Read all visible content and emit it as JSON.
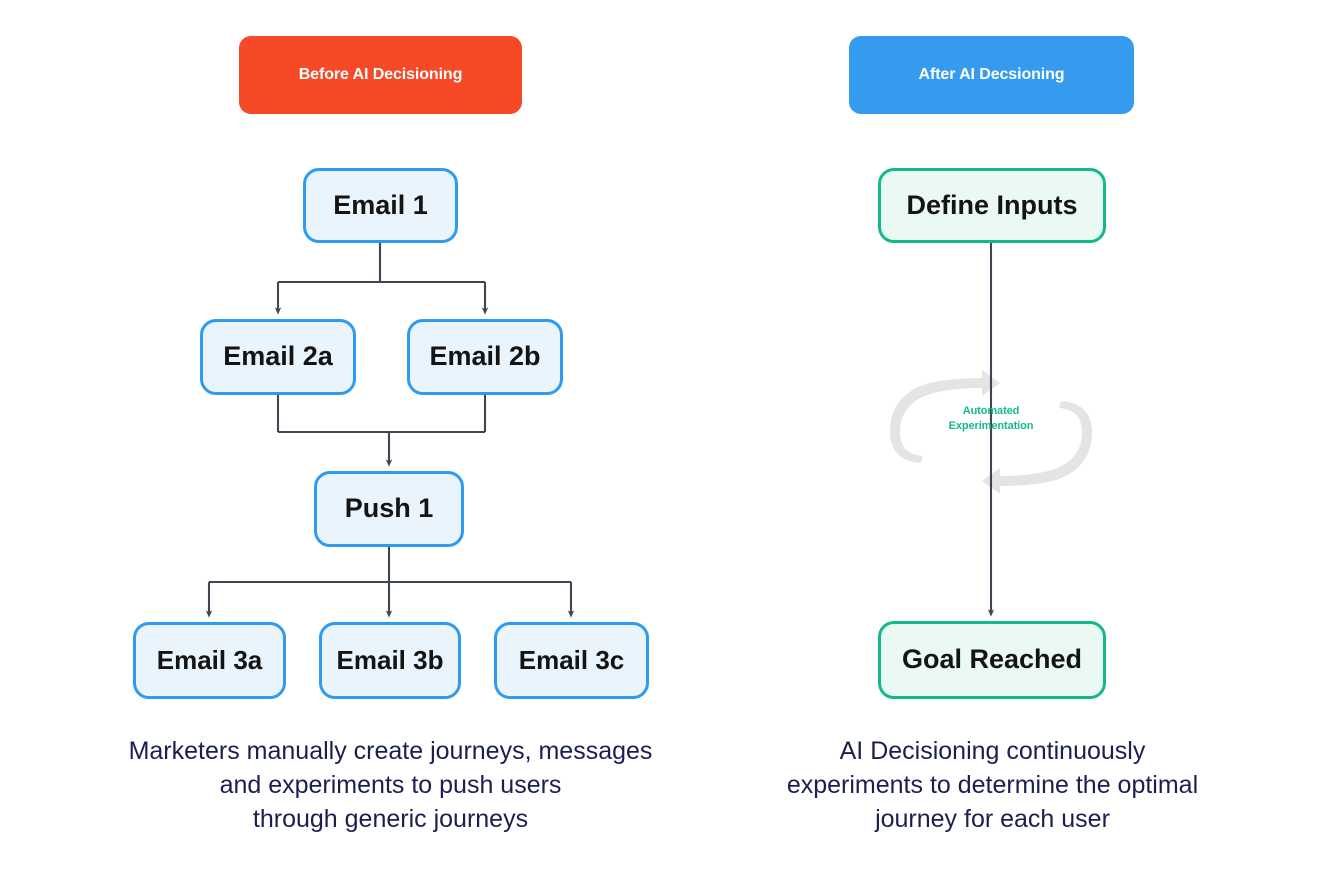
{
  "diagram": {
    "title_left": "Before AI Decisioning",
    "title_right": "After AI Decsioning",
    "colors": {
      "before_pill_bg": "#F54928",
      "after_pill_bg": "#349BEF",
      "node_blue_border": "#2E9BF0",
      "node_blue_fill": "#E9F4FD",
      "node_green_border": "#14B88F",
      "node_green_fill": "#EAF9F2",
      "connector_line": "#3E4651",
      "loop_arrow": "#E2E2E2",
      "loop_label_text": "#16B98C",
      "caption_text": "#1B1F4F",
      "node_text": "#141414"
    }
  },
  "left_panel": {
    "header_label": "Before AI Decisioning",
    "nodes": [
      {
        "id": "email-1",
        "label": "Email 1"
      },
      {
        "id": "email-2a",
        "label": "Email 2a"
      },
      {
        "id": "email-2b",
        "label": "Email 2b"
      },
      {
        "id": "push-1",
        "label": "Push 1"
      },
      {
        "id": "email-3a",
        "label": "Email 3a"
      },
      {
        "id": "email-3b",
        "label": "Email 3b"
      },
      {
        "id": "email-3c",
        "label": "Email 3c"
      }
    ],
    "caption_lines": [
      "Marketers manually create journeys, messages",
      "and experiments to push users",
      "through generic journeys"
    ]
  },
  "right_panel": {
    "header_label": "After AI Decsioning",
    "nodes": [
      {
        "id": "define-inputs",
        "label": "Define Inputs"
      },
      {
        "id": "goal-reached",
        "label": "Goal Reached"
      }
    ],
    "loop_label_lines": [
      "Automated",
      "Experimentation"
    ],
    "caption_lines": [
      "AI Decisioning continuously",
      "experiments to determine the optimal",
      "journey for each user"
    ]
  }
}
